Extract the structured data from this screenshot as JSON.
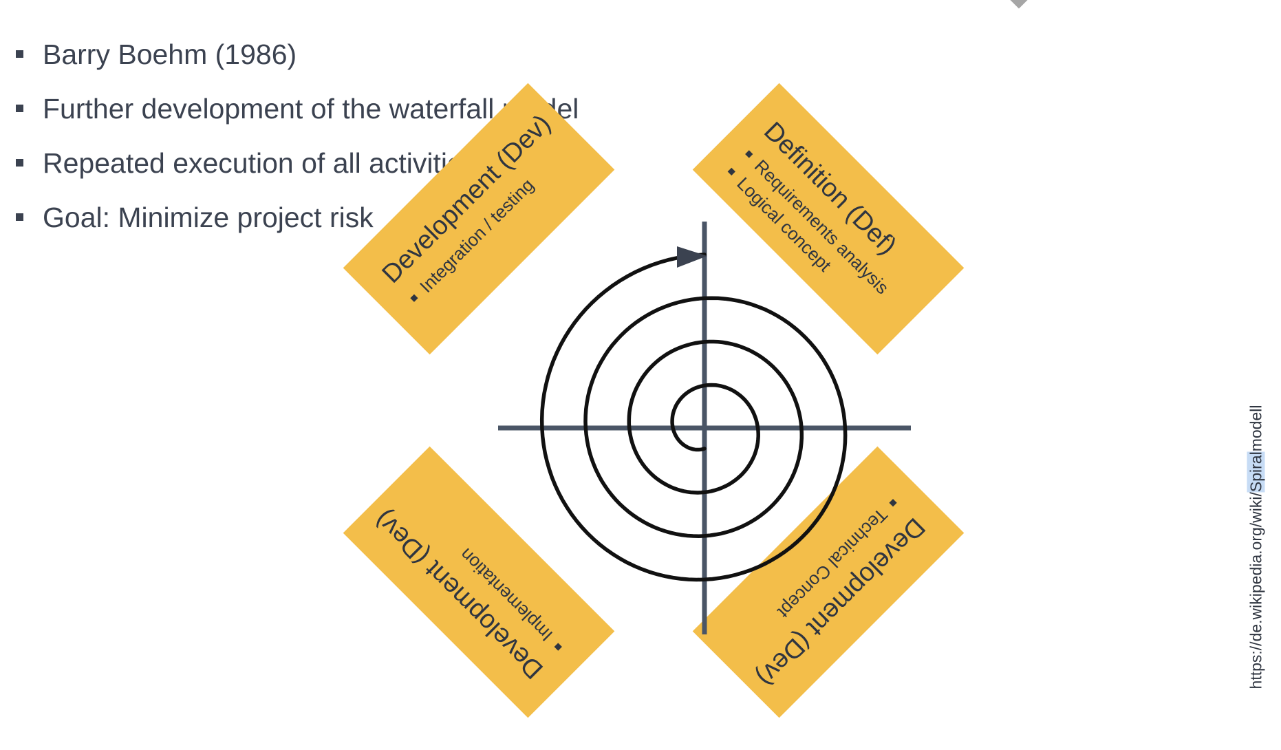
{
  "bullets": [
    "Barry Boehm (1986)",
    "Further development of the waterfall model",
    "Repeated execution of all activities",
    "Goal: Minimize project risk"
  ],
  "quadrants": {
    "top_left": {
      "title": "Development (Dev)",
      "items": [
        "Integration / testing"
      ]
    },
    "top_right": {
      "title": "Definition (Def)",
      "items": [
        "Requirements analysis",
        "Logical concept"
      ]
    },
    "bottom_left": {
      "title": "Development (Dev)",
      "items": [
        "Implementation"
      ]
    },
    "bottom_right": {
      "title": "Development (Dev)",
      "items": [
        "Technical Concept"
      ]
    }
  },
  "source": {
    "prefix": "https://de.wikipedia.org/wiki/",
    "highlight": "Spiral",
    "suffix": "modell"
  },
  "colors": {
    "quadrant_fill": "#f3be4a",
    "axis": "#4a5566",
    "spiral": "#111111",
    "text": "#3b4250",
    "link_highlight": "#c7dcf5"
  }
}
